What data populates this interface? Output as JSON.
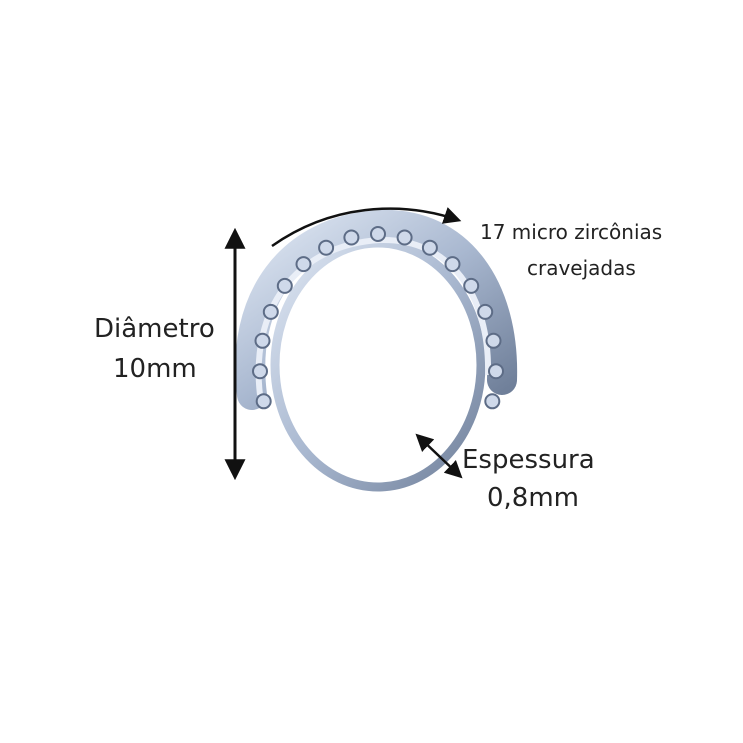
{
  "diameter": {
    "title": "Diâmetro",
    "value": "10mm"
  },
  "stones": {
    "line1": "17 micro zircônias",
    "line2": "cravejadas",
    "count": 17
  },
  "thickness": {
    "title": "Espessura",
    "value": "0,8mm"
  },
  "colors": {
    "ring": "#b9c7dc",
    "ring_dark": "#6f7f99",
    "arrow": "#111111",
    "text": "#222222"
  }
}
